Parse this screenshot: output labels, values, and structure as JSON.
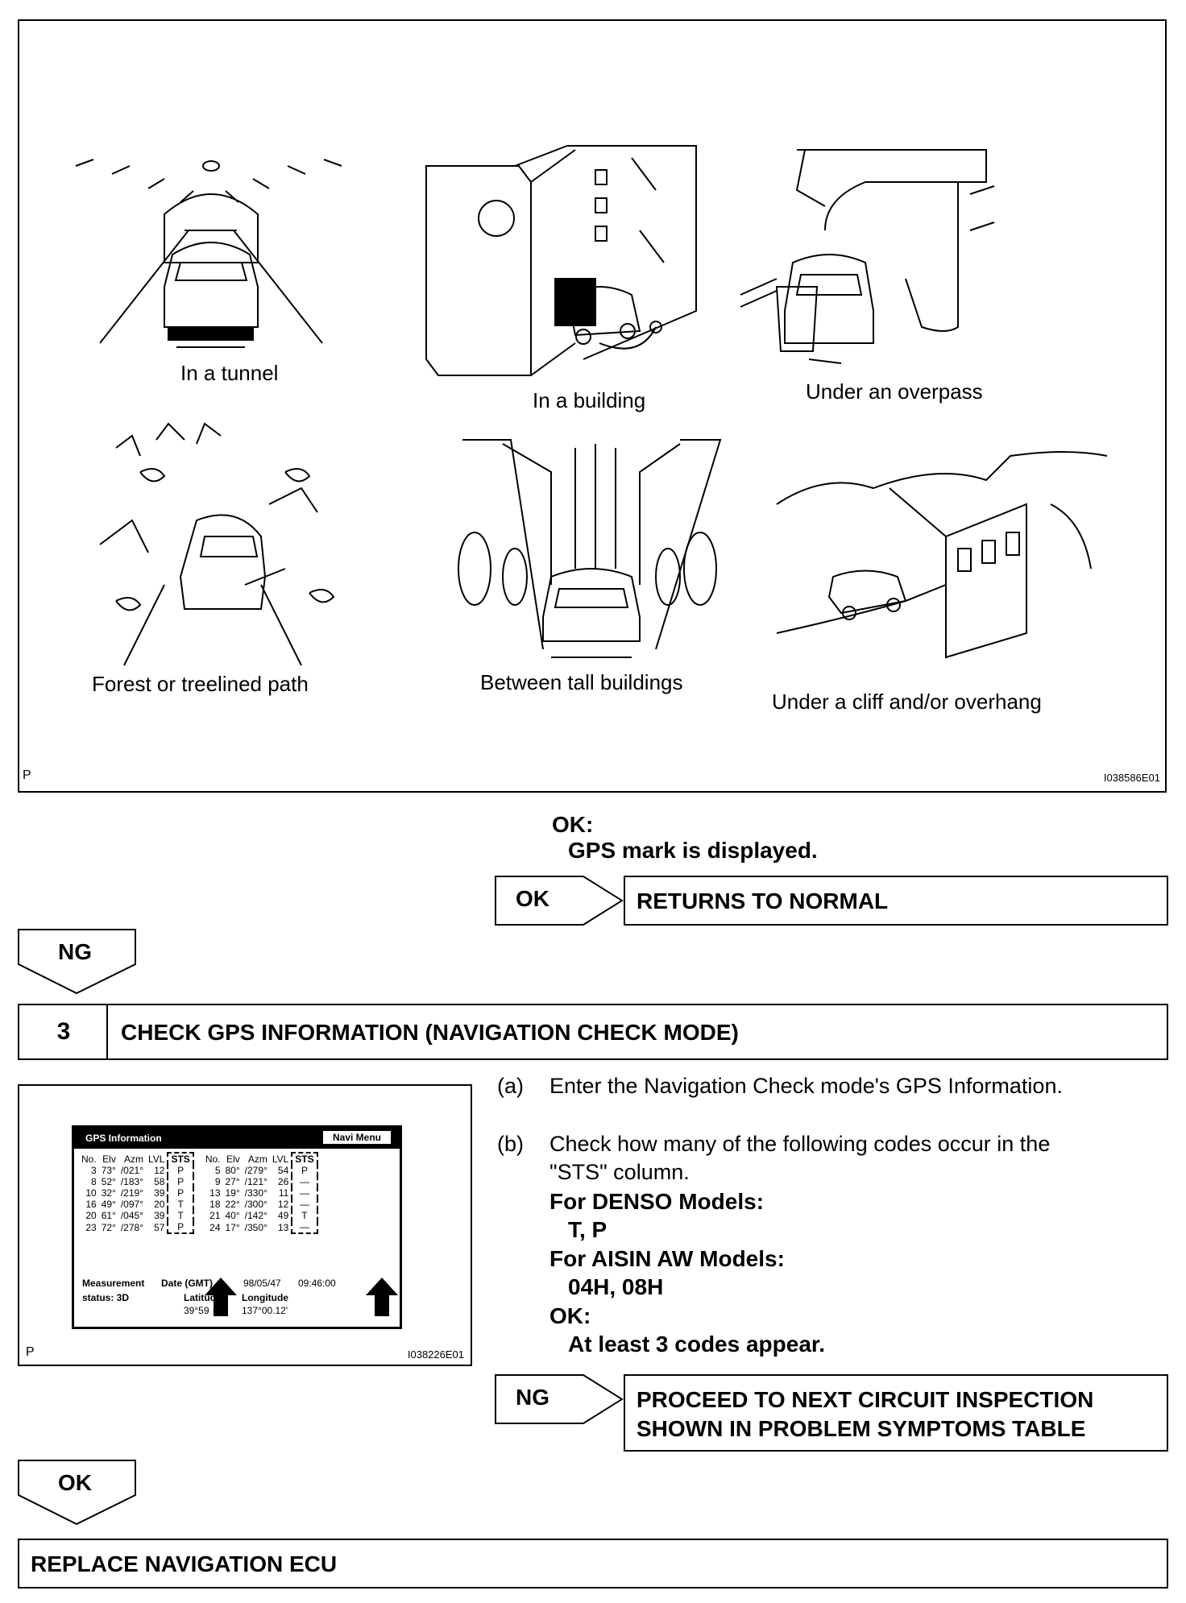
{
  "figure1": {
    "captions": {
      "tunnel": "In a tunnel",
      "building": "In a building",
      "overpass": "Under an overpass",
      "forest": "Forest or treelined path",
      "tall": "Between tall buildings",
      "cliff": "Under a cliff and/or overhang"
    },
    "corner_letter": "P",
    "code": "I038586E01"
  },
  "step2_result": {
    "ok_label": "OK:",
    "ok_text": "GPS mark is displayed.",
    "ok_tag": "OK",
    "ok_box": "RETURNS TO NORMAL",
    "ng_tag": "NG"
  },
  "step3": {
    "number": "3",
    "title": "CHECK GPS INFORMATION (NAVIGATION CHECK MODE)",
    "a_label": "(a)",
    "a_text": "Enter the Navigation Check mode's GPS Information.",
    "b_label": "(b)",
    "b_text1": "Check how many of the following codes occur in the",
    "b_text2": "\"STS\" column.",
    "denso_label": "For DENSO Models:",
    "denso_codes": "T, P",
    "aisin_label": "For AISIN AW Models:",
    "aisin_codes": "04H, 08H",
    "ok_label": "OK:",
    "ok_text": "At least 3 codes appear.",
    "ng_tag": "NG",
    "ng_box_line1": "PROCEED TO NEXT CIRCUIT INSPECTION",
    "ng_box_line2": "SHOWN IN PROBLEM SYMPTOMS TABLE",
    "ok_tag": "OK"
  },
  "figure2": {
    "screen_title": "GPS Information",
    "menu_button": "Navi Menu",
    "headers": [
      "No.",
      "Elv",
      "Azm",
      "LVL",
      "STS",
      "No.",
      "Elv",
      "Azm",
      "LVL",
      "STS"
    ],
    "rows": [
      [
        "3",
        "73°",
        "/021°",
        "12",
        "P",
        "5",
        "80°",
        "/279°",
        "54",
        "P"
      ],
      [
        "8",
        "52°",
        "/183°",
        "58",
        "P",
        "9",
        "27°",
        "/121°",
        "26",
        "—"
      ],
      [
        "10",
        "32°",
        "/219°",
        "39",
        "P",
        "13",
        "19°",
        "/330°",
        "11",
        "—"
      ],
      [
        "16",
        "49°",
        "/097°",
        "20",
        "T",
        "18",
        "22°",
        "/300°",
        "12",
        "—"
      ],
      [
        "20",
        "61°",
        "/045°",
        "39",
        "T",
        "21",
        "40°",
        "/142°",
        "49",
        "T"
      ],
      [
        "23",
        "72°",
        "/278°",
        "57",
        "P",
        "24",
        "17°",
        "/350°",
        "13",
        "—"
      ]
    ],
    "measurement": "Measurement",
    "status": "status: 3D",
    "date_label": "Date (GMT)",
    "date_value": "98/05/47",
    "time_value": "09:46:00",
    "latitude_label": "Latitude",
    "latitude_value": "39°59",
    "longitude_label": "Longitude",
    "longitude_value": "137°00.12'",
    "corner_letter": "P",
    "code": "I038226E01"
  },
  "final": {
    "box": "REPLACE NAVIGATION ECU"
  }
}
